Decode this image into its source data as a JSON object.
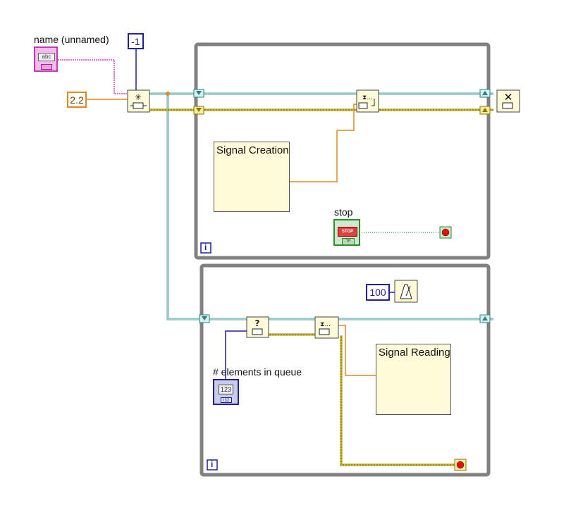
{
  "name_label": "name (unnamed)",
  "name_const_text": "abc",
  "const_neg1": "-1",
  "const_2_2": "2.2",
  "const_100": "100",
  "signal_creation": "Signal Creation",
  "signal_reading": "Signal Reading",
  "stop_label": "stop",
  "stop_button_text": "STOP",
  "stop_tf": "TF",
  "elements_label": "# elements in queue",
  "indicator_value": "123",
  "indicator_type": "I32",
  "loop_iteration": "i",
  "colors": {
    "loop_frame": "#808080",
    "queue_wire": "#5aa9a6",
    "error_wire": "#c0a800",
    "numeric_dbl": "#e08a1e",
    "numeric_int": "#1f1f9a",
    "string_wire": "#e040c0",
    "boolean_wire": "#2e8b2e"
  },
  "icons": [
    "obtain-queue-icon",
    "enqueue-icon",
    "release-queue-icon",
    "get-queue-status-icon",
    "dequeue-icon",
    "wait-ms-icon",
    "stop-terminal-icon"
  ]
}
